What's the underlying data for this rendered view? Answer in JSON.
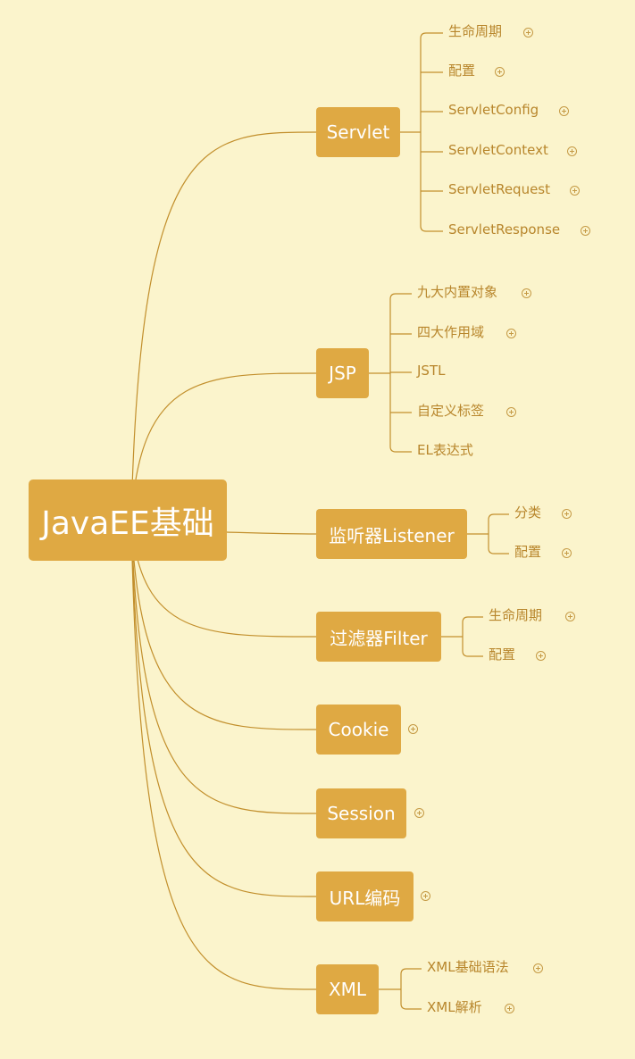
{
  "root": {
    "label": "JavaEE基础"
  },
  "branches": [
    {
      "key": "servlet",
      "label": "Servlet",
      "collapsed": false,
      "children": [
        {
          "label": "生命周期",
          "expandable": true
        },
        {
          "label": "配置",
          "expandable": true
        },
        {
          "label": "ServletConfig",
          "expandable": true
        },
        {
          "label": "ServletContext",
          "expandable": true
        },
        {
          "label": "ServletRequest",
          "expandable": true
        },
        {
          "label": "ServletResponse",
          "expandable": true
        }
      ]
    },
    {
      "key": "jsp",
      "label": "JSP",
      "collapsed": false,
      "children": [
        {
          "label": "九大内置对象",
          "expandable": true
        },
        {
          "label": "四大作用域",
          "expandable": true
        },
        {
          "label": "JSTL",
          "expandable": false
        },
        {
          "label": "自定义标签",
          "expandable": true
        },
        {
          "label": "EL表达式",
          "expandable": false
        }
      ]
    },
    {
      "key": "listener",
      "label": "监听器Listener",
      "collapsed": false,
      "children": [
        {
          "label": "分类",
          "expandable": true
        },
        {
          "label": "配置",
          "expandable": true
        }
      ]
    },
    {
      "key": "filter",
      "label": "过滤器Filter",
      "collapsed": false,
      "children": [
        {
          "label": "生命周期",
          "expandable": true
        },
        {
          "label": "配置",
          "expandable": true
        }
      ]
    },
    {
      "key": "cookie",
      "label": "Cookie",
      "collapsed": true,
      "children": []
    },
    {
      "key": "session",
      "label": "Session",
      "collapsed": true,
      "children": []
    },
    {
      "key": "url",
      "label": "URL编码",
      "collapsed": true,
      "children": []
    },
    {
      "key": "xml",
      "label": "XML",
      "collapsed": false,
      "children": [
        {
          "label": "XML基础语法",
          "expandable": true
        },
        {
          "label": "XML解析",
          "expandable": true
        }
      ]
    }
  ],
  "colors": {
    "background": "#fbf4cc",
    "node_fill": "#dfa943",
    "node_text": "#ffffff",
    "leaf_text": "#b8862c",
    "connector": "#c28f2c",
    "expand_icon": "#c59a45"
  },
  "icons": {
    "expand": "circle-plus-icon"
  }
}
